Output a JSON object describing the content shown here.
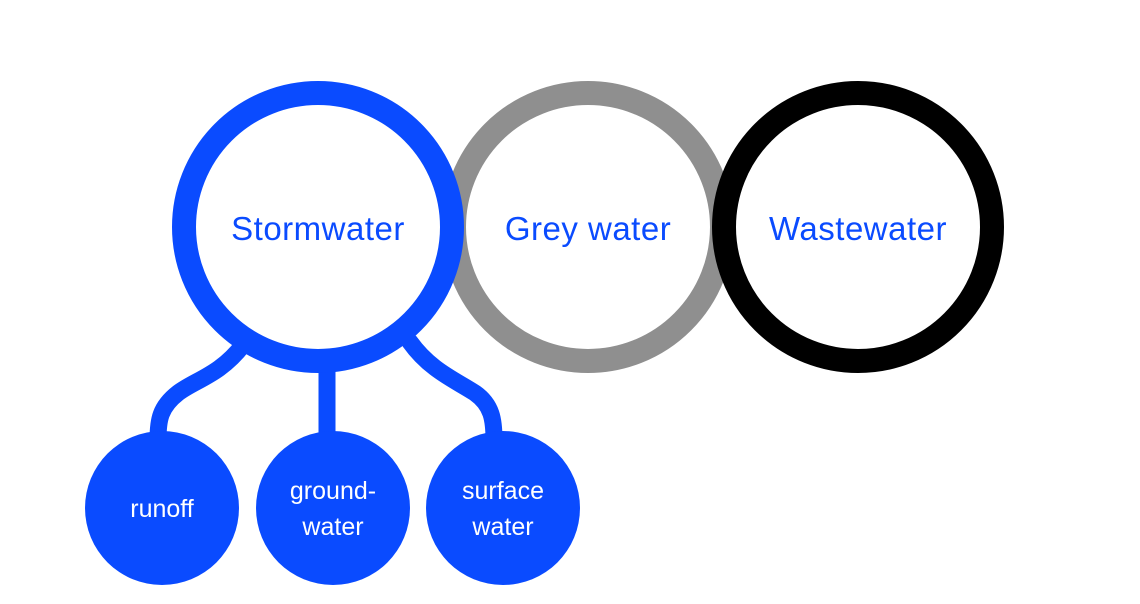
{
  "colors": {
    "stormwater": "#0a4bff",
    "grey_water": "#8f8f8f",
    "wastewater": "#000000",
    "label_text": "#0a4bff",
    "bubble_text": "#ffffff",
    "background": "#ffffff"
  },
  "rings": {
    "stormwater": "Stormwater",
    "grey_water": "Grey water",
    "wastewater": "Wastewater"
  },
  "bubbles": {
    "runoff": "runoff",
    "groundwater_line1": "ground-",
    "groundwater_line2": "water",
    "surface_line1": "surface",
    "surface_line2": "water"
  }
}
